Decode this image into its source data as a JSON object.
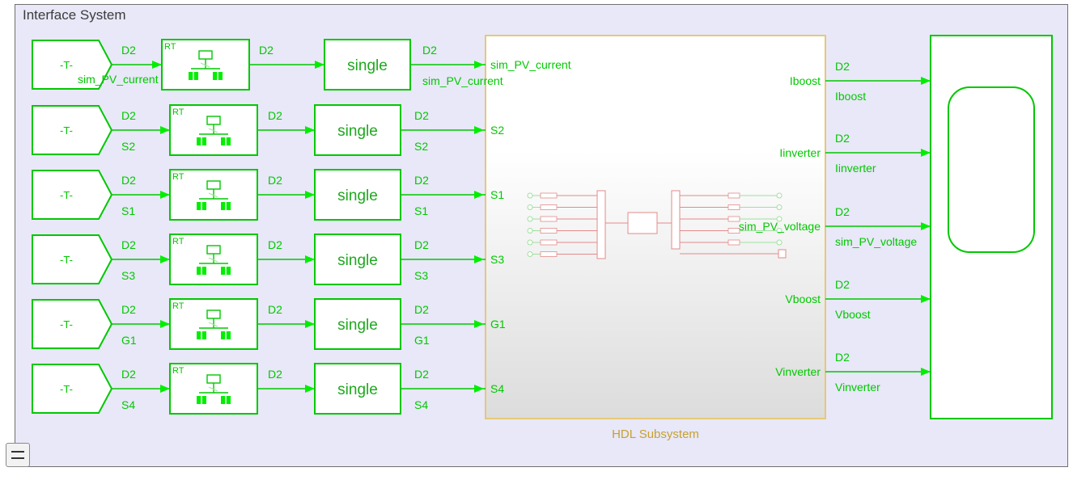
{
  "container": {
    "title": "Interface System"
  },
  "rows": [
    {
      "id": "sim_PV_current",
      "tag_symbol": "-T-",
      "sample_time": "D2",
      "signal": "sim_PV_current",
      "rt_label": "RT",
      "convert_label": "single",
      "port": "sim_PV_current"
    },
    {
      "id": "S2",
      "tag_symbol": "-T-",
      "sample_time": "D2",
      "signal": "S2",
      "rt_label": "RT",
      "convert_label": "single",
      "port": "S2"
    },
    {
      "id": "S1",
      "tag_symbol": "-T-",
      "sample_time": "D2",
      "signal": "S1",
      "rt_label": "RT",
      "convert_label": "single",
      "port": "S1"
    },
    {
      "id": "S3",
      "tag_symbol": "-T-",
      "sample_time": "D2",
      "signal": "S3",
      "rt_label": "RT",
      "convert_label": "single",
      "port": "S3"
    },
    {
      "id": "G1",
      "tag_symbol": "-T-",
      "sample_time": "D2",
      "signal": "G1",
      "rt_label": "RT",
      "convert_label": "single",
      "port": "G1"
    },
    {
      "id": "S4",
      "tag_symbol": "-T-",
      "sample_time": "D2",
      "signal": "S4",
      "rt_label": "RT",
      "convert_label": "single",
      "port": "S4"
    }
  ],
  "subsystem": {
    "label": "HDL Subsystem"
  },
  "outputs": [
    {
      "port": "Iboost",
      "sample_time": "D2",
      "signal": "Iboost"
    },
    {
      "port": "Iinverter",
      "sample_time": "D2",
      "signal": "Iinverter"
    },
    {
      "port": "sim_PV_voltage",
      "sample_time": "D2",
      "signal": "sim_PV_voltage"
    },
    {
      "port": "Vboost",
      "sample_time": "D2",
      "signal": "Vboost"
    },
    {
      "port": "Vinverter",
      "sample_time": "D2",
      "signal": "Vinverter"
    }
  ],
  "colors": {
    "signal": "#00c800",
    "block_border": "#00c800",
    "subsystem_border": "#e6c878",
    "subsystem_label": "#c8a030",
    "background": "#e8e8f8",
    "inner_model": "#e48a8a"
  },
  "icons": {
    "tag_block": "goto-from-tag-icon",
    "rate_transition": "rate-transition-icon",
    "scope": "scope-icon",
    "collapse": "collapse-minus-icon"
  }
}
